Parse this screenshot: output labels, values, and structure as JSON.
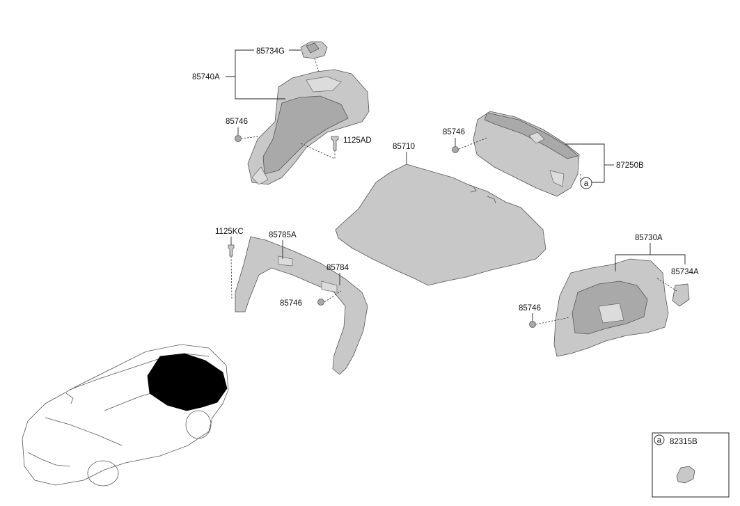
{
  "labels": {
    "p85734G": "85734G",
    "p85740A": "85740A",
    "p85746_tl": "85746",
    "p1125AD": "1125AD",
    "p85710": "85710",
    "p85746_tr": "85746",
    "p87250B": "87250B",
    "p1125KC": "1125KC",
    "p85785A": "85785A",
    "p85784": "85784",
    "p85746_ml": "85746",
    "p85730A": "85730A",
    "p85734A": "85734A",
    "p85746_mr": "85746",
    "p82315B": "82315B"
  },
  "callout": {
    "mark_a": "a",
    "box_mark": "a"
  },
  "colors": {
    "part_fill": "#c8c8c8",
    "part_dark": "#a9a9a9",
    "trunk_highlight": "#000000"
  }
}
